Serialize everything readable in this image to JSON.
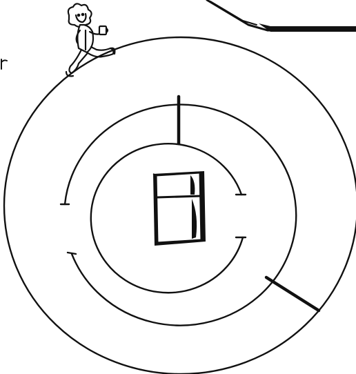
{
  "puzzle": {
    "type": "circular-maze",
    "rings": 3,
    "start_character": "walking-person-with-drink",
    "goal": "refrigerator"
  },
  "colors": {
    "ink": "#111111",
    "paper": "#ffffff"
  },
  "icons": {
    "character": "person-walking-icon",
    "goal": "refrigerator-icon"
  }
}
